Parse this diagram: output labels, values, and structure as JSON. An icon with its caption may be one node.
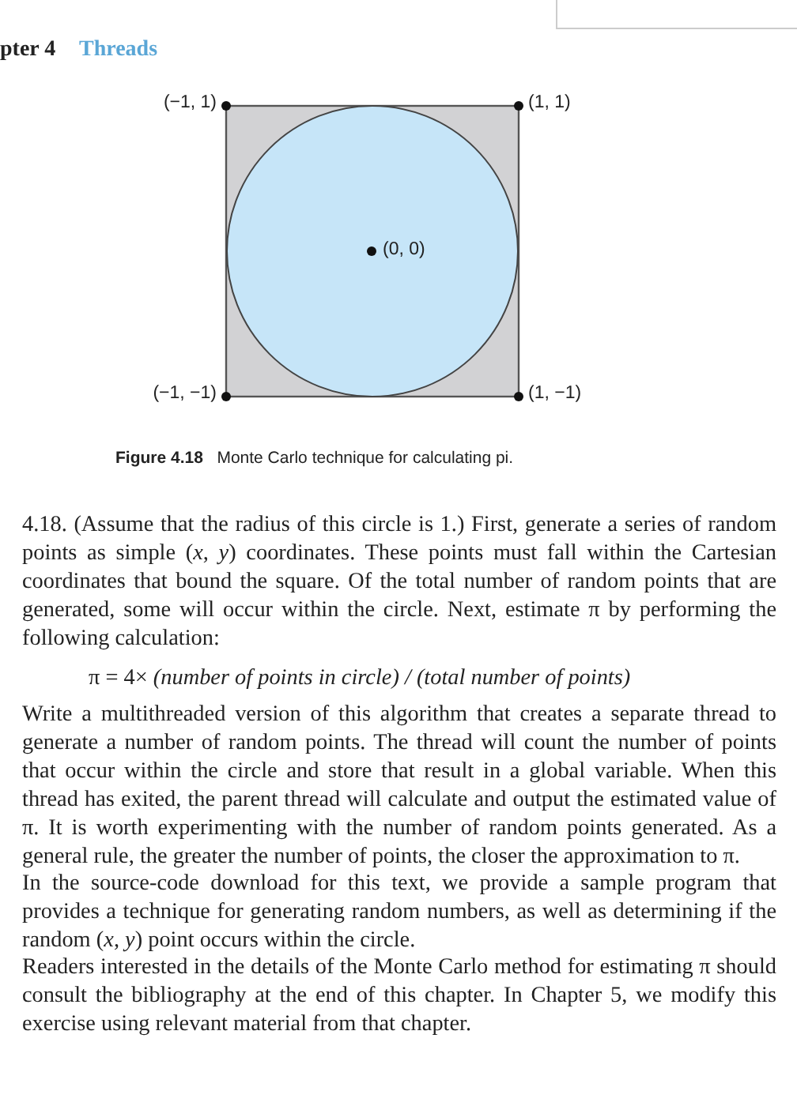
{
  "diagram": {
    "caption": "**Figure 4.18** Monte Carlo technique for calculating pi.",
    "labels": [
      "pter 4",
      "Threads",
      "(−1, 1)",
      "(1, 1)",
      "(0, 0)",
      "(−1, −1)",
      "(1, −1)",
      "4.18. (Assume that the radius of this circle is 1.) First, generate a series of random points as simple (*x*, *y*) coordinates. These points must fall within the Cartesian coordinates that bound the square. Of the total number of random points that are generated, some will occur within the circle. Next, estimate π by performing the following calculation:",
      "π = 4× *(number of points in circle) / (total number of points)*",
      "Write a multithreaded version of this algorithm that creates a separate thread to generate a number of random points. The thread will count the number of points that occur within the circle and store that result in a global variable. When this thread has exited, the parent thread will calculate and output the estimated value of π. It is worth experimenting with the number of random points generated. As a general rule, the greater the number of points, the closer the approximation to π.",
      "In the source-code download for this text, we provide a sample program that provides a technique for generating random numbers, as well as determining if the random (*x*, *y*) point occurs within the circle.",
      "Readers interested in the details of the Monte Carlo method for estimating π should consult the bibliography at the end of this chapter. In Chapter 5, we modify this exercise using relevant material from that chapter."
    ]
  }
}
